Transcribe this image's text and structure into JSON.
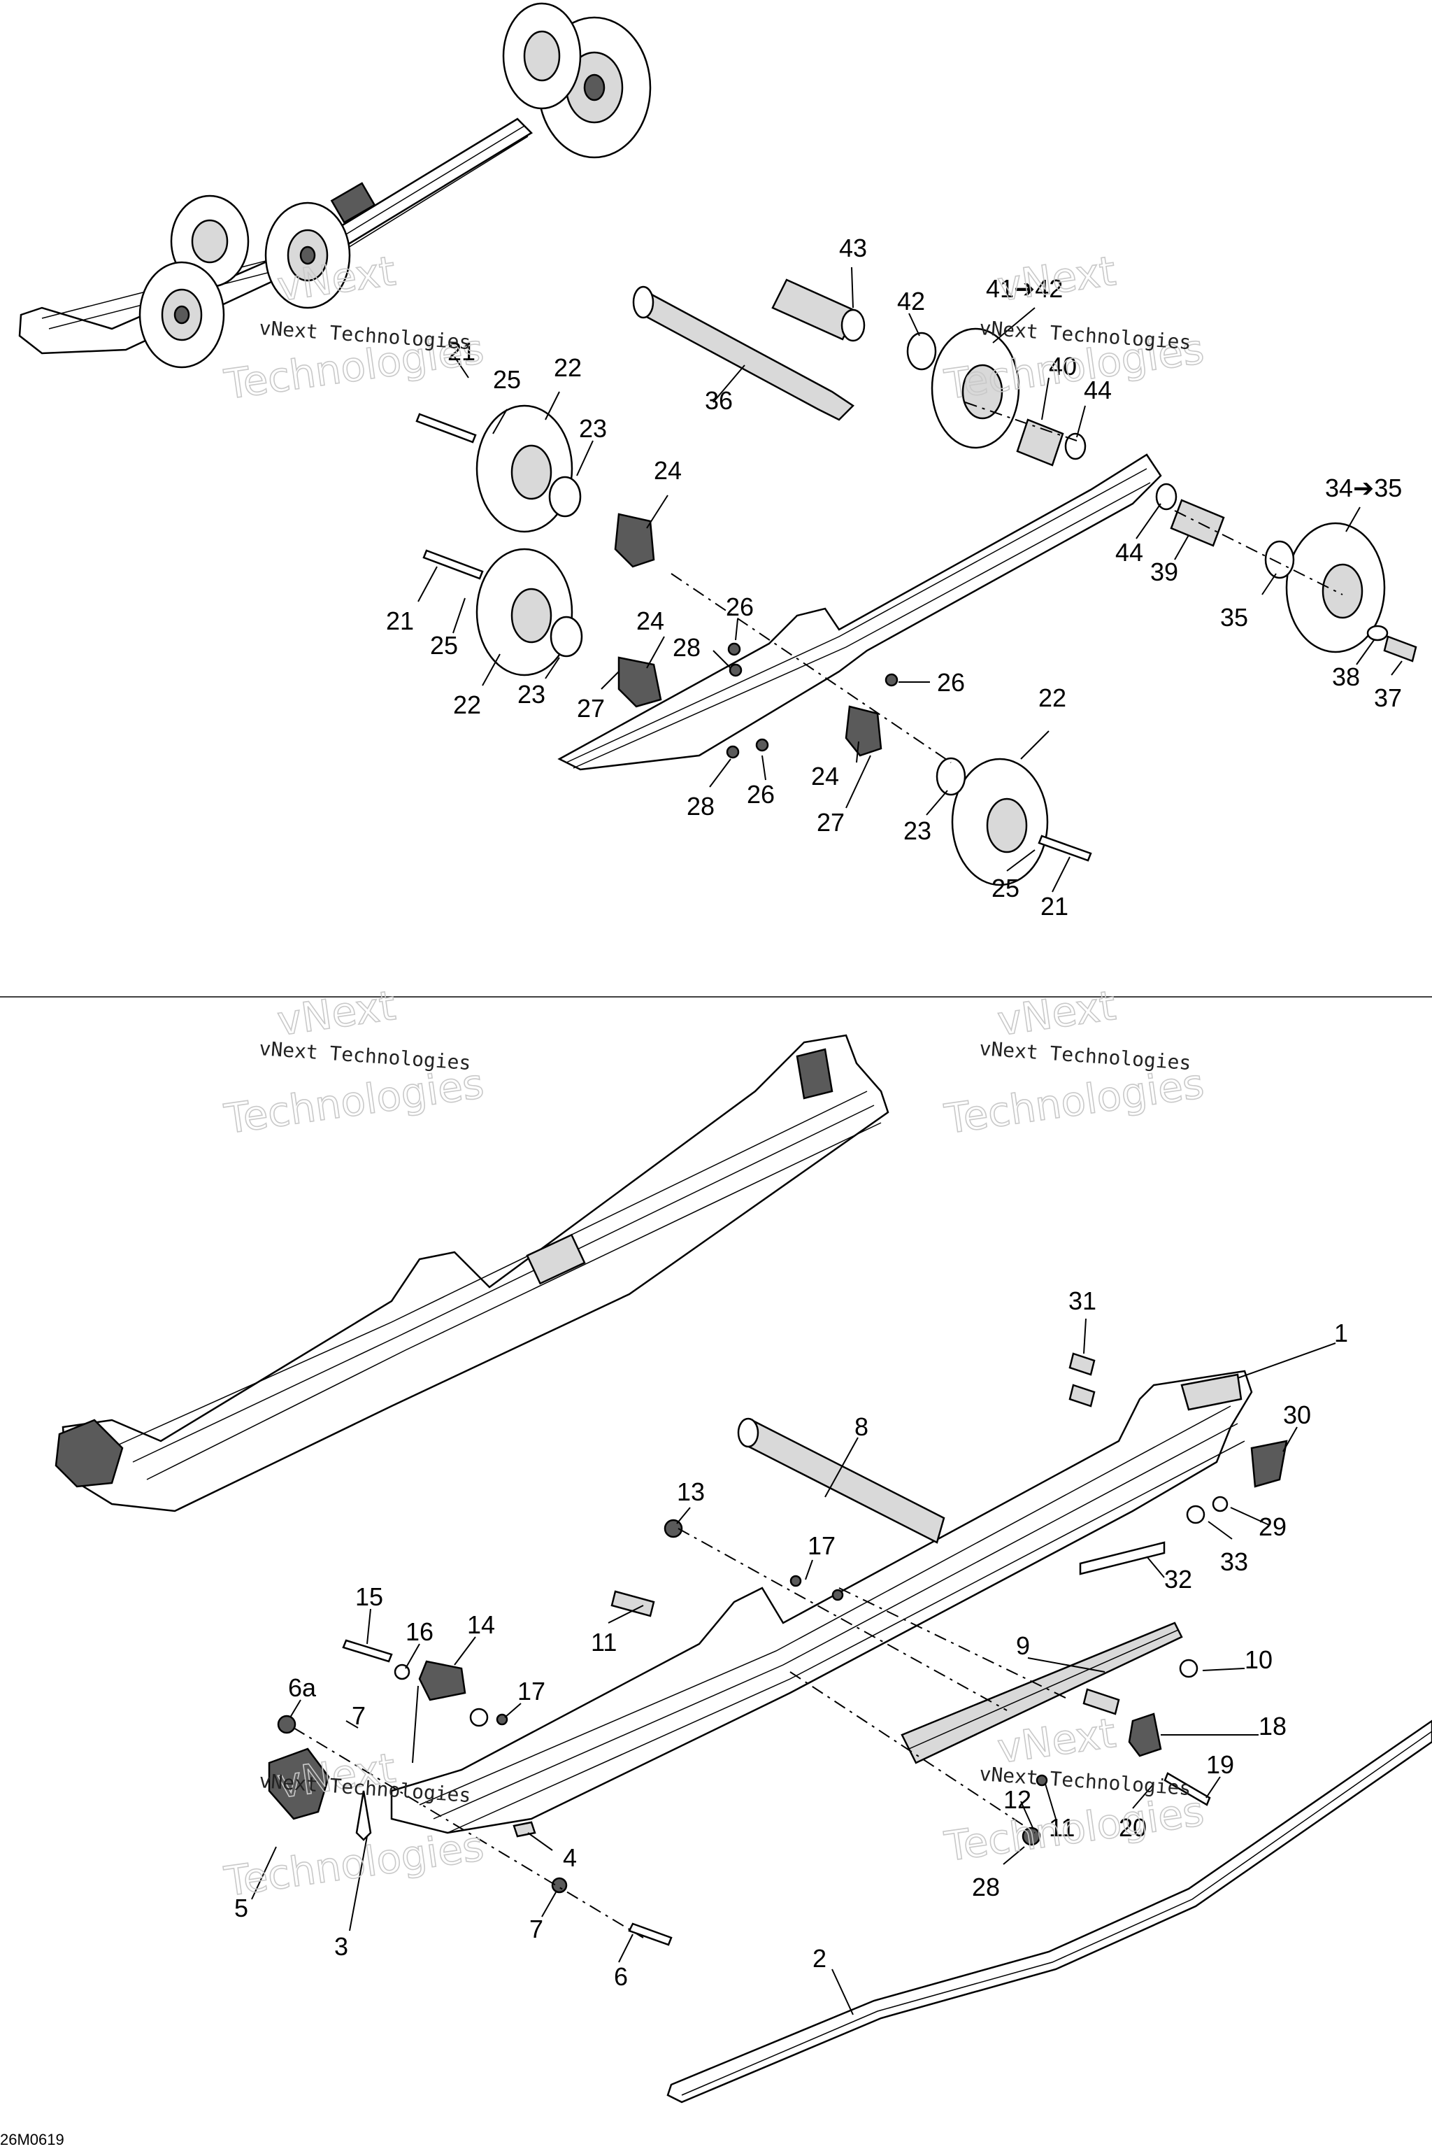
{
  "diagram_code": "26M0619",
  "watermark": {
    "line1": "vNext Technologies",
    "outline_top": "vNext",
    "outline_bottom": "Technologies"
  },
  "callouts_top": {
    "c43": "43",
    "c42": "42",
    "c41_42": "41➔42",
    "c21a": "21",
    "c25a": "25",
    "c22a": "22",
    "c36": "36",
    "c40": "40",
    "c44a": "44",
    "c23a": "23",
    "c24a": "24",
    "c34_35": "34➔35",
    "c44b": "44",
    "c39": "39",
    "c21b": "21",
    "c25b": "25",
    "c26a": "26",
    "c28a": "28",
    "c24b": "24",
    "c35": "35",
    "c22b": "22",
    "c23b": "23",
    "c27a": "27",
    "c26b": "26",
    "c38": "38",
    "c37": "37",
    "c22c": "22",
    "c24c": "24",
    "c28b": "28",
    "c26c": "26",
    "c27b": "27",
    "c23c": "23",
    "c25c": "25",
    "c21c": "21"
  },
  "callouts_bottom": {
    "c31": "31",
    "c1": "1",
    "c30": "30",
    "c8": "8",
    "c13": "13",
    "c29": "29",
    "c17a": "17",
    "c33": "33",
    "c32": "32",
    "c15": "15",
    "c16": "16",
    "c14": "14",
    "c11a": "11",
    "c9": "9",
    "c10": "10",
    "c6a": "6a",
    "c17b": "17",
    "c7a": "7",
    "c18": "18",
    "c19": "19",
    "c12": "12",
    "c11b": "11",
    "c20": "20",
    "c4": "4",
    "c5": "5",
    "c28": "28",
    "c7b": "7",
    "c3": "3",
    "c6": "6",
    "c2": "2"
  }
}
